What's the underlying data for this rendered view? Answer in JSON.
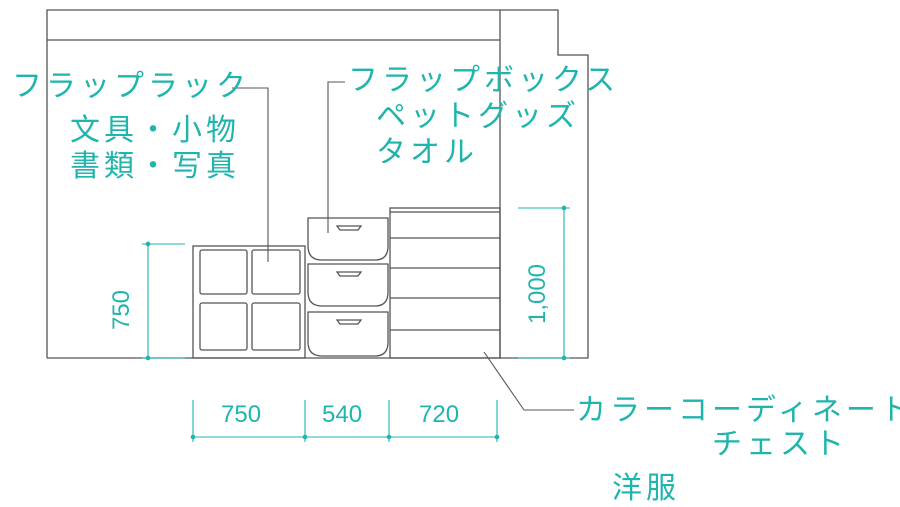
{
  "colors": {
    "outline": "#555555",
    "accent": "#1fb5ad",
    "background": "#ffffff"
  },
  "labels": {
    "flap_rack": {
      "title": "フラップラック",
      "line2": "文具・小物",
      "line3": "書類・写真"
    },
    "flap_box": {
      "title": "フラップボックス",
      "line2": "ペットグッズ",
      "line3": "タオル"
    },
    "color_chest": {
      "title": "カラーコーディネート",
      "line2": "チェスト",
      "line3": "洋服"
    }
  },
  "dimensions": {
    "height_rack": "750",
    "height_chest": "1,000",
    "width_rack": "750",
    "width_box": "540",
    "width_chest": "720"
  }
}
